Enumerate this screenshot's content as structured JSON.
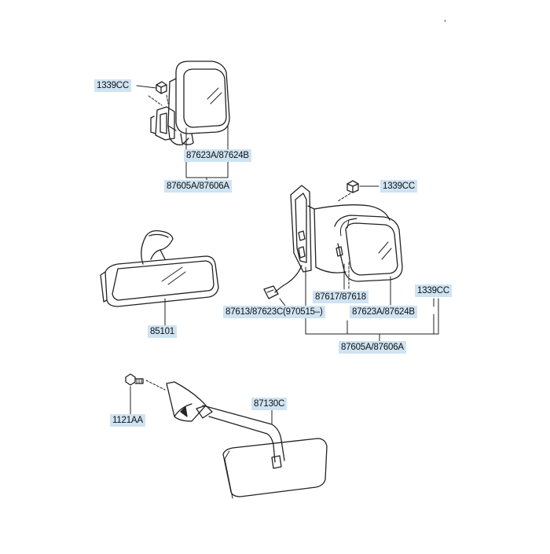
{
  "diagram": {
    "callouts": [
      {
        "id": "c1",
        "text": "1339CC"
      },
      {
        "id": "c2",
        "text": "87623A/87624B"
      },
      {
        "id": "c3",
        "text": "87605A/87606A"
      },
      {
        "id": "c4",
        "text": "1339CC"
      },
      {
        "id": "c5",
        "text": "85101"
      },
      {
        "id": "c6",
        "text": "87617/87618"
      },
      {
        "id": "c7",
        "text": "1339CC"
      },
      {
        "id": "c8",
        "text": "87613/87623C(970515–)"
      },
      {
        "id": "c9",
        "text": "87623A/87624B"
      },
      {
        "id": "c10",
        "text": "87605A/87606A"
      },
      {
        "id": "c11",
        "text": "87130C"
      },
      {
        "id": "c12",
        "text": "1121AA"
      }
    ]
  }
}
